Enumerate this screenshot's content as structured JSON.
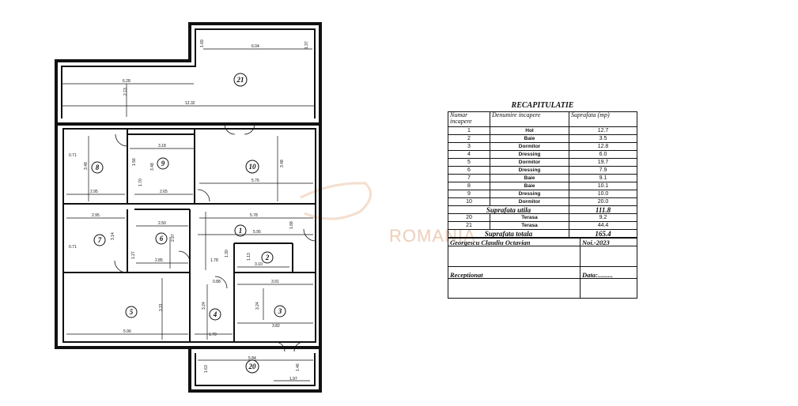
{
  "recap": {
    "title": "RECAPITULATIE",
    "headers": {
      "number": "Numar incapere",
      "name": "Denumire incapere",
      "area": "Suprafata (mp)"
    },
    "rows": [
      {
        "nr": "1",
        "name": "Hol",
        "area": "12.7"
      },
      {
        "nr": "2",
        "name": "Baie",
        "area": "3.5"
      },
      {
        "nr": "3",
        "name": "Dormitor",
        "area": "12.8"
      },
      {
        "nr": "4",
        "name": "Dressing",
        "area": "6.0"
      },
      {
        "nr": "5",
        "name": "Dormitor",
        "area": "19.7"
      },
      {
        "nr": "6",
        "name": "Dressing",
        "area": "7.9"
      },
      {
        "nr": "7",
        "name": "Baie",
        "area": "9.1"
      },
      {
        "nr": "8",
        "name": "Baie",
        "area": "10.1"
      },
      {
        "nr": "9",
        "name": "Dressing",
        "area": "10.0"
      },
      {
        "nr": "10",
        "name": "Dormitor",
        "area": "20.0"
      }
    ],
    "useful_label": "Suprafata utila",
    "useful_value": "111.8",
    "terrace_rows": [
      {
        "nr": "20",
        "name": "Terasa",
        "area": "9.2"
      },
      {
        "nr": "21",
        "name": "Terasa",
        "area": "44.4"
      }
    ],
    "total_label": "Suprafata totala",
    "total_value": "165.4",
    "author": "Georgescu Claudiu Octavian",
    "date": "Noi.-2023",
    "received_label": "Receptionat",
    "date_label": "Data:........."
  },
  "plan": {
    "rooms": [
      "1",
      "2",
      "3",
      "4",
      "5",
      "6",
      "7",
      "8",
      "9",
      "10",
      "20",
      "21"
    ],
    "dimensions": [
      "1.69",
      "6.04",
      "1.37",
      "6.28",
      "2.73",
      "12.32",
      "0.71",
      "3.48",
      "2.95",
      "3.18",
      "1.56",
      "3.48",
      "1.70",
      "2.65",
      "3.48",
      "5.76",
      "2.95",
      "2.50",
      "5.78",
      "3.14",
      "2.97",
      "5.95",
      "1.68",
      "0.71",
      "1.27",
      "2.85",
      "1.78",
      "1.30",
      "1.13",
      "3.10",
      "0.88",
      "3.91",
      "3.31",
      "3.24",
      "3.24",
      "5.96",
      "1.79",
      "3.82",
      "5.84",
      "1.63",
      "1.46",
      "1.97"
    ]
  },
  "watermark": "ROMANIA"
}
